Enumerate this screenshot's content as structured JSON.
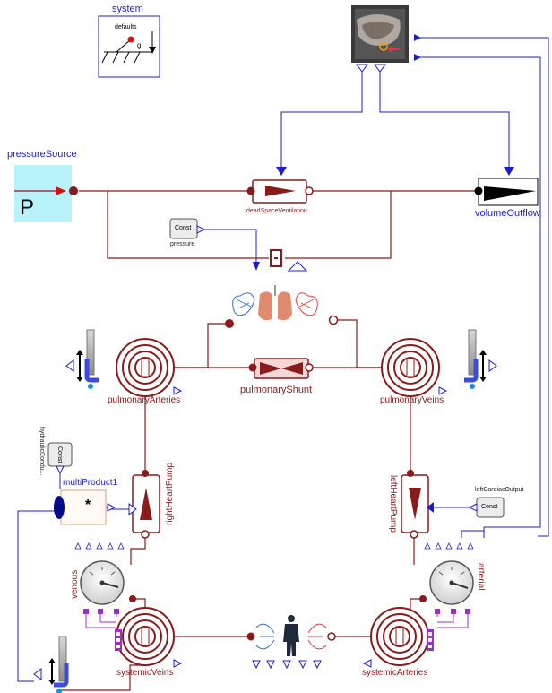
{
  "labels": {
    "system": "system",
    "system_defaults": "defaults",
    "system_g": "g",
    "pressure_source": "pressureSource",
    "pressure_source_letter": "P",
    "dead_space": "deadSpaceVentilation",
    "volume_outflow": "volumeOutflow",
    "const_pressure_text": "Const",
    "const_pressure_name": "pressure",
    "pulmonary_arteries": "pulmonaryArteries",
    "pulmonary_veins": "pulmonaryVeins",
    "pulmonary_shunt": "pulmonaryShunt",
    "right_heart_pump": "rightHeartPump",
    "left_heart_pump": "leftHeartPump",
    "multi_product": "multiProduct1",
    "multi_product_symbol": "*",
    "const_hydraulic_text": "Const",
    "const_hydraulic_name": "hydraulicCondu...",
    "const_left_output_text": "Const",
    "const_left_output_name": "leftCardiacOutput",
    "venous": "venous",
    "arterial": "arterial",
    "systemic_veins": "systemicVeins",
    "systemic_arteries": "systemicArteries"
  },
  "colors": {
    "hydraulic": "#8b1a1a",
    "signal": "#1d1dc7",
    "label_blue": "#1d1dc7",
    "pressure_fill": "#b8f2fb",
    "purple_ports": "#9b30c8"
  }
}
